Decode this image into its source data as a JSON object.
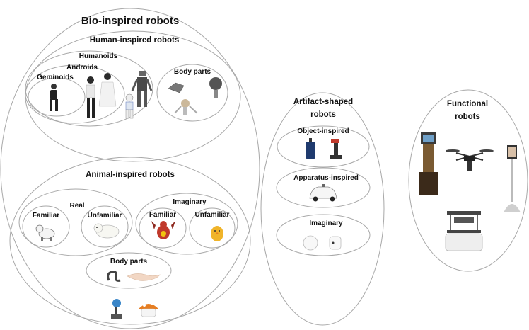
{
  "bio": {
    "title": "Bio-inspired robots",
    "human": {
      "title": "Human-inspired robots",
      "humanoids": "Humanoids",
      "androids": "Androids",
      "geminoids": "Geminoids",
      "body_parts": "Body parts"
    },
    "animal": {
      "title": "Animal-inspired robots",
      "real": "Real",
      "familiar": "Familiar",
      "unfamiliar": "Unfamiliar",
      "imaginary": "Imaginary",
      "imag_familiar": "Familiar",
      "imag_unfamiliar": "Unfamiliar",
      "body_parts": "Body parts"
    }
  },
  "artifact": {
    "title_line1": "Artifact-shaped",
    "title_line2": "robots",
    "object": "Object-inspired",
    "apparatus": "Apparatus-inspired",
    "imaginary": "Imaginary"
  },
  "functional": {
    "title_line1": "Functional",
    "title_line2": "robots"
  },
  "colors": {
    "outline": "#a8a8a8",
    "text": "#111111"
  }
}
